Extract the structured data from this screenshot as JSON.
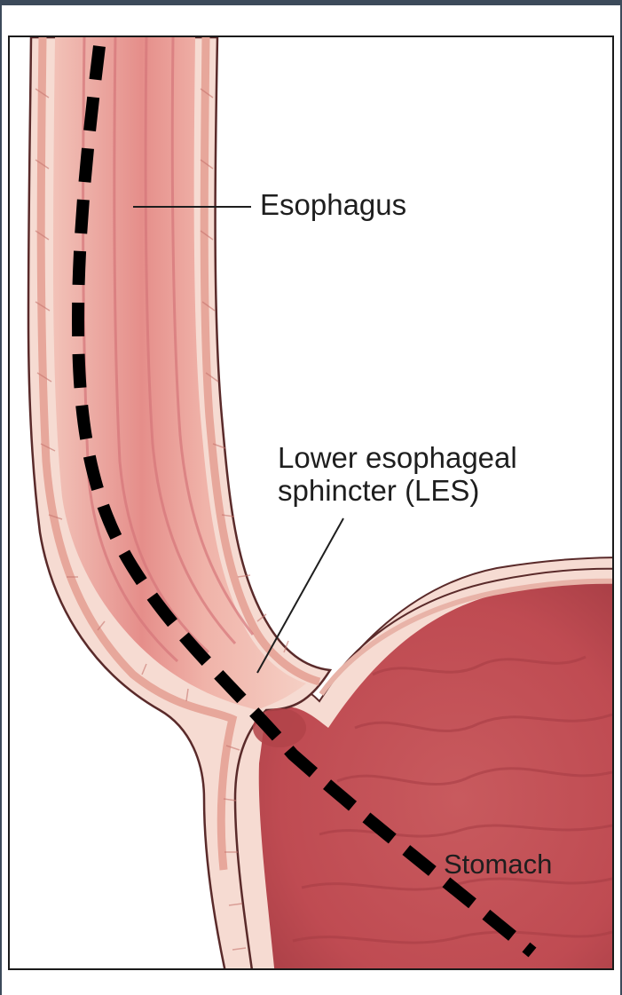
{
  "labels": {
    "esophagus": "Esophagus",
    "les_line1": "Lower esophageal",
    "les_line2": "sphincter (LES)",
    "stomach": "Stomach"
  },
  "colors": {
    "tissue_light": "#f3c6bd",
    "tissue_mid": "#e79a92",
    "tissue_dark": "#cc5a5c",
    "stomach_inner": "#c24f55",
    "muscle_wall": "#f6dbd2",
    "outline": "#5a2a2a",
    "dashed_line": "#000000",
    "frame": "#1a1a1a"
  }
}
